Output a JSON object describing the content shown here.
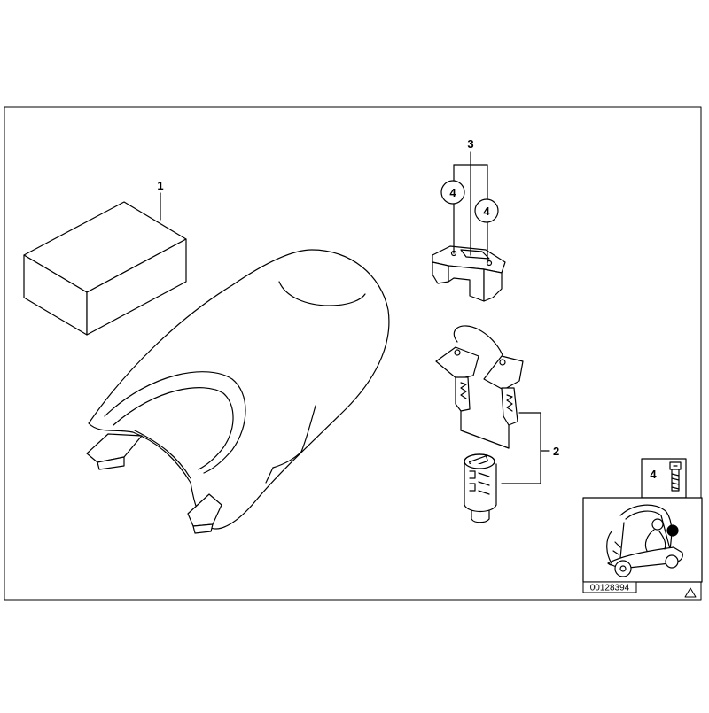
{
  "callouts": {
    "box_part": "1",
    "lock_set": "2",
    "holder": "3",
    "screw_a": "4",
    "screw_b": "4",
    "screw_inset": "4"
  },
  "drawing_number": "00128394",
  "colors": {
    "line": "#000000",
    "background": "#ffffff"
  },
  "icons": {
    "corner_mark": "triangle-icon"
  }
}
